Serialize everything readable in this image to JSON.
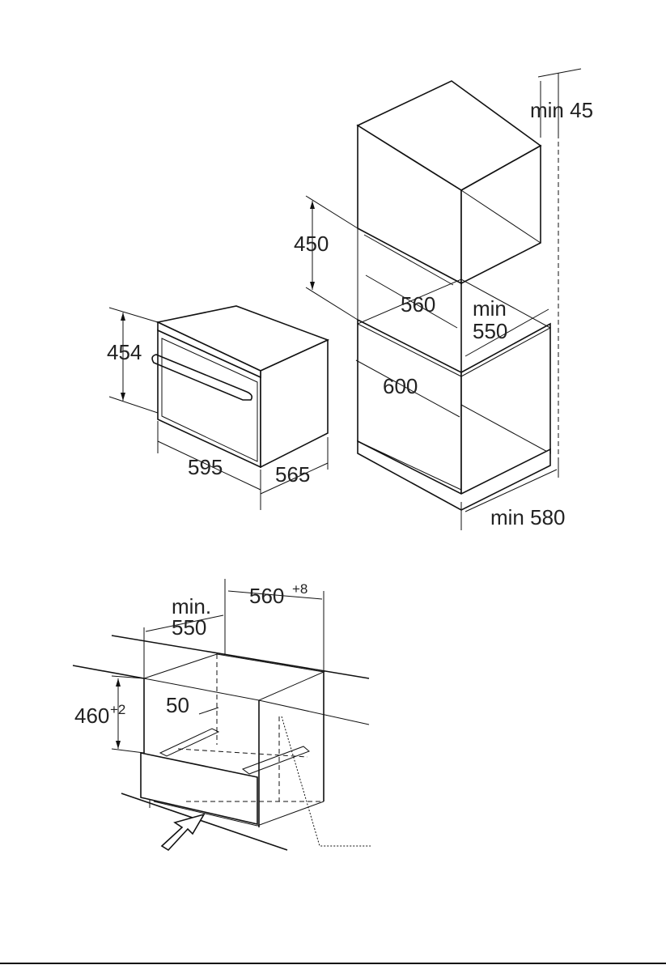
{
  "colors": {
    "line": "#111111",
    "text": "#222222",
    "background": "#ffffff"
  },
  "top_diagram": {
    "oven": {
      "height": "454",
      "width": "595",
      "depth": "565"
    },
    "cabinet": {
      "clearance_top": "min 45",
      "niche_height": "450",
      "niche_depth": "560",
      "niche_width_min_line1": "min",
      "niche_width_min_line2": "550",
      "cabinet_width": "600",
      "cabinet_depth": "min 580"
    }
  },
  "bottom_diagram": {
    "width_min_line1": "min.",
    "width_min_line2": "550",
    "width_main": "560",
    "width_tolerance": "+8",
    "height_main": "460",
    "height_tolerance": "+2",
    "rail_offset": "50"
  }
}
